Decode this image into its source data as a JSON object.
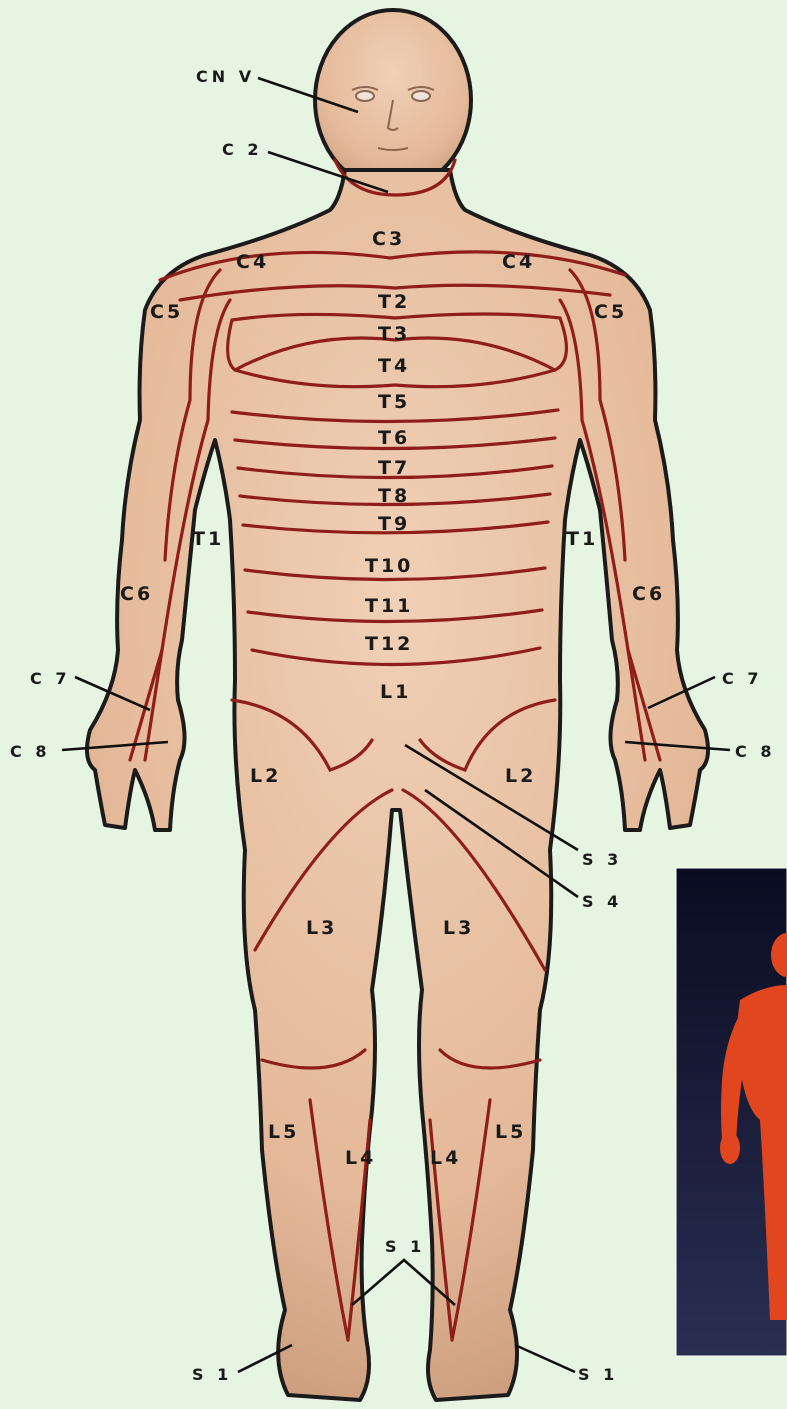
{
  "diagram": {
    "labels": {
      "cnv": "CN V",
      "c2": "C 2",
      "c3": "C3",
      "c4_left": "C4",
      "c4_right": "C4",
      "c5_left": "C5",
      "c5_right": "C5",
      "t2": "T2",
      "t3": "T3",
      "t4": "T4",
      "t5": "T5",
      "t6": "T6",
      "t7": "T7",
      "t8": "T8",
      "t9": "T9",
      "t10": "T10",
      "t11": "T11",
      "t12": "T12",
      "t1_left": "T1",
      "t1_right": "T1",
      "c6_left": "C6",
      "c6_right": "C6",
      "c7_left": "C 7",
      "c7_right": "C 7",
      "c8_left": "C 8",
      "c8_right": "C 8",
      "l1": "L1",
      "l2_left": "L2",
      "l2_right": "L2",
      "s3": "S 3",
      "s4": "S 4",
      "l3_left": "L3",
      "l3_right": "L3",
      "l5_left": "L5",
      "l5_right": "L5",
      "l4_left": "L4",
      "l4_right": "L4",
      "s1_top": "S 1",
      "s1_left": "S 1",
      "s1_right": "S 1"
    },
    "colors": {
      "background": "#e6f5e1",
      "skin": "#e9c3a5",
      "dermatome_line": "#8f1e1a",
      "leader_line": "#111111",
      "inset_background": "#0c0f2a",
      "inset_figure": "#e2461e"
    }
  }
}
